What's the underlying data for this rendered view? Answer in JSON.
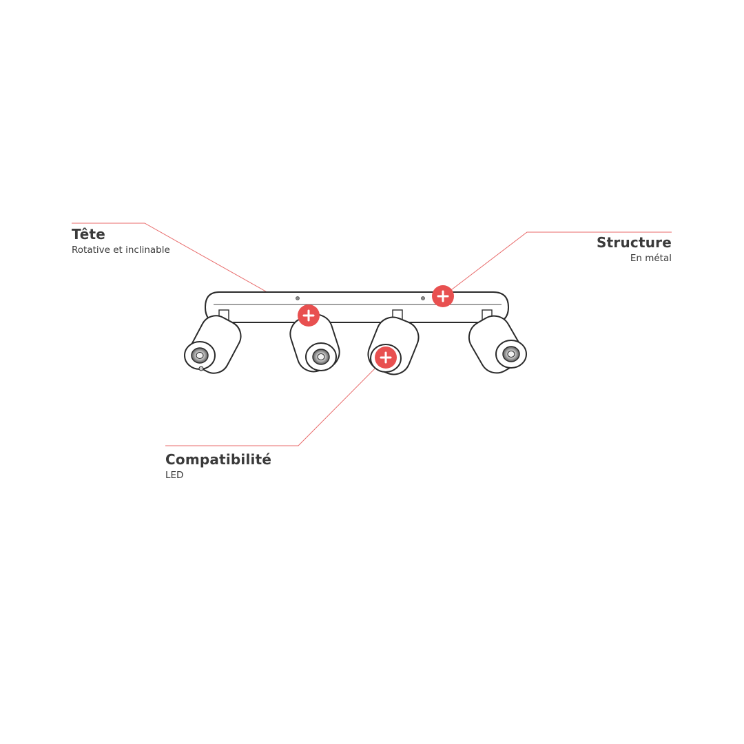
{
  "callouts": {
    "tete": {
      "title": "Tête",
      "subtitle": "Rotative et inclinable"
    },
    "structure": {
      "title": "Structure",
      "subtitle": "En métal"
    },
    "compatibilite": {
      "title": "Compatibilité",
      "subtitle": "LED"
    }
  },
  "colors": {
    "accent": "#e85050",
    "line": "#e86a6a",
    "text": "#3a3a3a",
    "sketch": "#2a2a2a",
    "background": "#ffffff"
  },
  "icons": {
    "hotspot": "plus-icon"
  }
}
